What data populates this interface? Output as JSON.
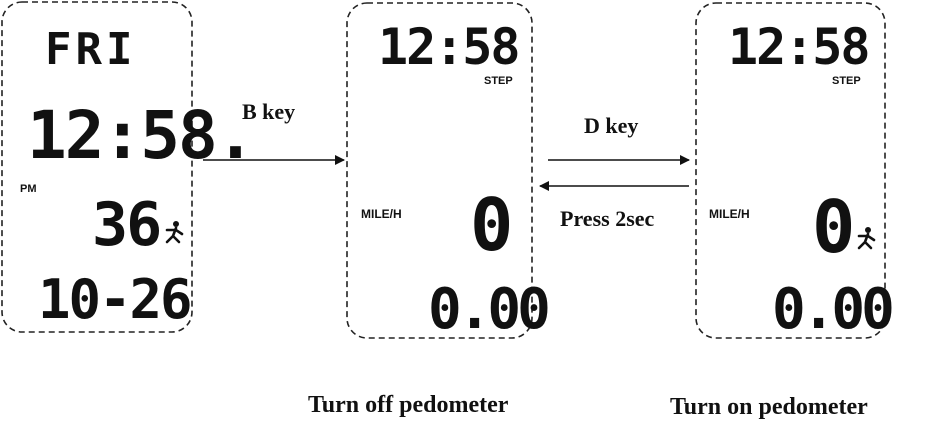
{
  "screens": {
    "time_mode": {
      "day": "FRI",
      "time": "12:58.",
      "ampm": "PM",
      "steps": "36",
      "date": "10-26"
    },
    "pedometer_off": {
      "time": "12:58",
      "step_label": "STEP",
      "speed_label": "MILE/H",
      "speed": "0",
      "distance": "0.00",
      "caption": "Turn off pedometer"
    },
    "pedometer_on": {
      "time": "12:58",
      "step_label": "STEP",
      "speed_label": "MILE/H",
      "speed": "0",
      "distance": "0.00",
      "caption": "Turn on pedometer",
      "runner_icon": "runner-icon"
    }
  },
  "transitions": {
    "b_key": "B key",
    "d_key": "D key",
    "press_2sec": "Press 2sec"
  }
}
